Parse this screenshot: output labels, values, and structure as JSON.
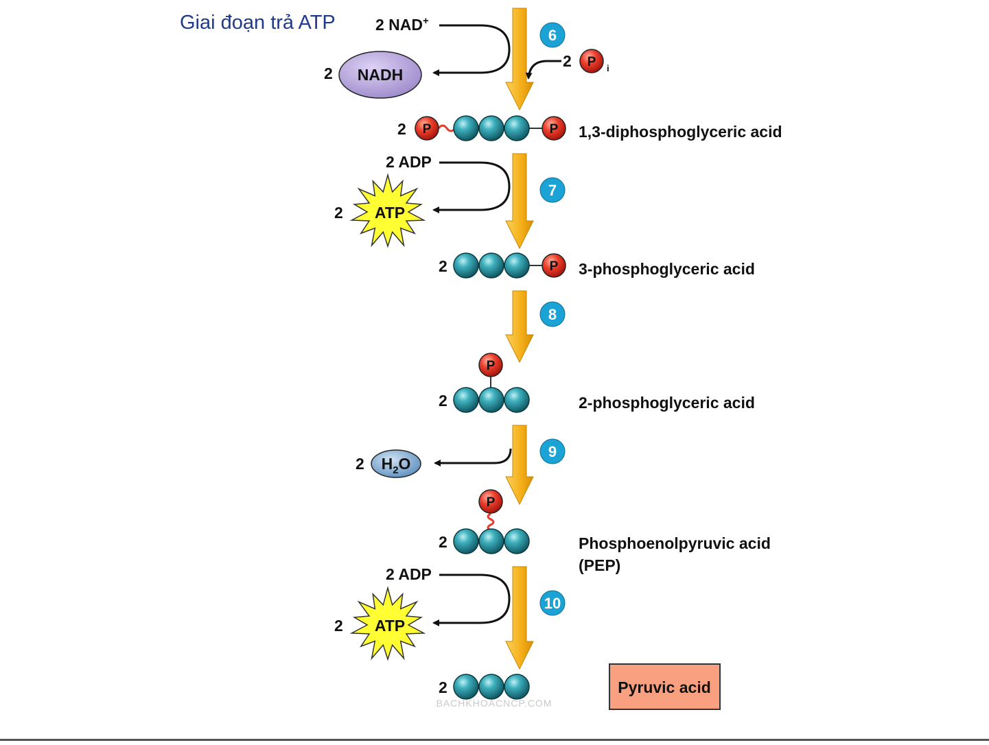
{
  "title": "Giai đoạn trả ATP",
  "colors": {
    "pipe_arrow": "#f5b51b",
    "carbon": "#1f8a9a",
    "phosphate": "#e53b2c",
    "nadh": "#b4a3dd",
    "water": "#7ea7cf",
    "atp_star": "#ffff33",
    "step_badge": "#1ba3d6",
    "pyruvic_box": "#f8a080"
  },
  "steps": [
    {
      "number": "6"
    },
    {
      "number": "7"
    },
    {
      "number": "8"
    },
    {
      "number": "9"
    },
    {
      "number": "10"
    }
  ],
  "inputs": {
    "nad_label": "2 NAD",
    "nad_sup": "+",
    "nadh_coef": "2",
    "nadh_label": "NADH",
    "pi_coef": "2",
    "pi_letter": "P",
    "pi_sub": "i",
    "adp7_label": "2 ADP",
    "atp7_coef": "2",
    "atp7_label": "ATP",
    "h2o_coef": "2",
    "h2o_h": "H",
    "h2o_sub": "2",
    "h2o_o": "O",
    "adp10_label": "2 ADP",
    "atp10_coef": "2",
    "atp10_label": "ATP"
  },
  "phosphate_letter": "P",
  "compounds": [
    {
      "coef": "2",
      "name": "1,3-diphosphoglyceric acid"
    },
    {
      "coef": "2",
      "name": "3-phosphoglyceric acid"
    },
    {
      "coef": "2",
      "name": "2-phosphoglyceric acid"
    },
    {
      "coef": "2",
      "name": "Phosphoenolpyruvic acid",
      "name_line2": "(PEP)"
    },
    {
      "coef": "2",
      "name": "Pyruvic acid"
    }
  ],
  "watermark": "BACHKHOACNCP.COM"
}
